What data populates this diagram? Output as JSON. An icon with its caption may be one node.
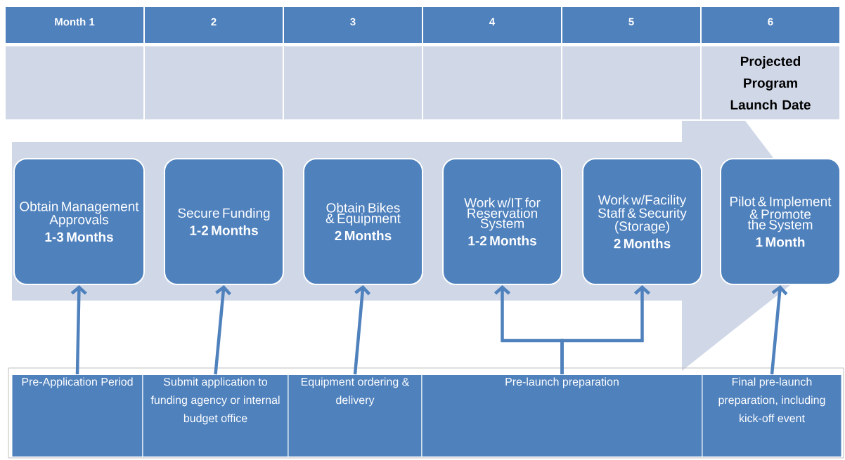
{
  "diagram": {
    "nodes": [
      {
        "text": [
          "Obtain Management Approvals",
          "1-3 Months"
        ]
      },
      {
        "text": [
          "Secure Funding",
          "1-2 Months"
        ]
      },
      {
        "text": [
          "Obtain Bikes & Equipment",
          "2 Months"
        ]
      },
      {
        "text": [
          "Work w/IT for Reservation System",
          "1-2 Months"
        ]
      },
      {
        "text": [
          "Work w/Facility Staff & Security (Storage)",
          "2 Months"
        ]
      },
      {
        "text": [
          "Pilot & Implement & Promote the System",
          "1 Month"
        ]
      },
      {
        "text": [
          "Pre-Application Period"
        ]
      },
      {
        "text": [
          "Submit application to funding agency or internal budget office"
        ]
      },
      {
        "text": [
          "Equipment ordering & delivery"
        ]
      },
      {
        "text": [
          "Pre-launch preparation"
        ]
      },
      {
        "text": [
          "Final pre-launch preparation, including kick-off event"
        ]
      }
    ],
    "edges": [
      {
        "from": 6,
        "to": 0,
        "arrow": "to"
      },
      {
        "from": 7,
        "to": 1,
        "arrow": "to"
      },
      {
        "from": 8,
        "to": 2,
        "arrow": "to"
      },
      {
        "from": 9,
        "to": 3,
        "arrow": "to"
      },
      {
        "from": 9,
        "to": 4,
        "arrow": "to"
      },
      {
        "from": 10,
        "to": 5,
        "arrow": "to"
      }
    ],
    "labels": [
      "Month 1",
      "2",
      "3",
      "4",
      "5",
      "6",
      "Projected Program Launch Date"
    ]
  }
}
